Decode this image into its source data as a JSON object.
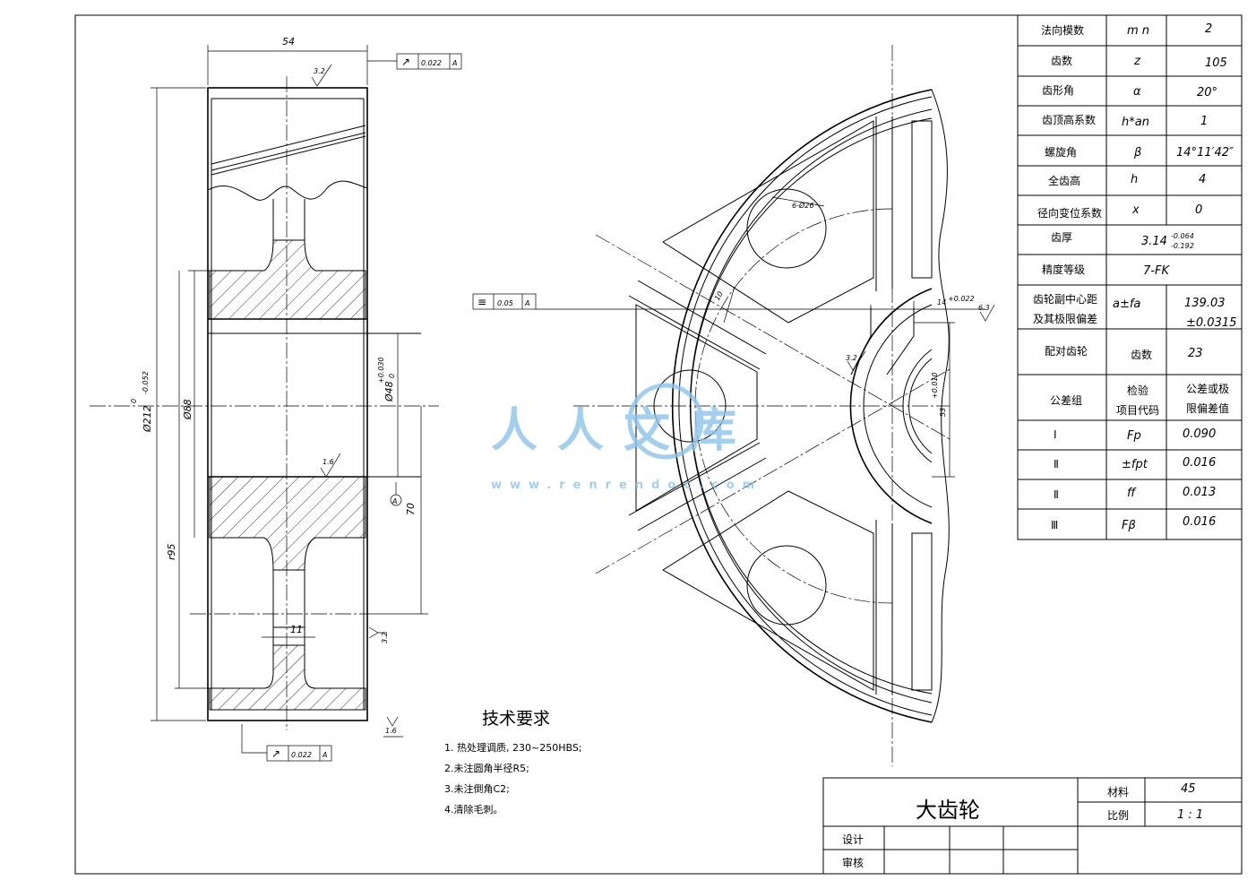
{
  "drawing": {
    "title": "大齿轮",
    "watermark": {
      "text": "人人文库",
      "url": "www.renrendoc.com",
      "color": "#8ec3ea"
    }
  },
  "params": [
    {
      "label": "法向模数",
      "symbol": "m n",
      "value": "2"
    },
    {
      "label": "齿数",
      "symbol": "z",
      "value": "105"
    },
    {
      "label": "齿形角",
      "symbol": "α",
      "value": "20°"
    },
    {
      "label": "齿顶高系数",
      "symbol": "h*an",
      "value": "1"
    },
    {
      "label": "螺旋角",
      "symbol": "β",
      "value": "14°11′42″"
    },
    {
      "label": "全齿高",
      "symbol": "h",
      "value": "4"
    },
    {
      "label": "径向变位系数",
      "symbol": "x",
      "value": "0"
    },
    {
      "label": "齿厚",
      "value": "3.14",
      "tol_upper": "-0.064",
      "tol_lower": "-0.192"
    },
    {
      "label": "精度等级",
      "value": "7-FK"
    },
    {
      "label_1": "齿轮副中心距",
      "label_2": "及其极限偏差",
      "symbol": "a±fa",
      "value_1": "139.03",
      "value_2": "±0.0315"
    },
    {
      "label": "配对齿轮",
      "symbol": "齿数",
      "value": "23"
    }
  ],
  "tolerance_table": {
    "header": {
      "group": "公差组",
      "code_1": "检验",
      "code_2": "项目代码",
      "value_1": "公差或极",
      "value_2": "限偏差值"
    },
    "rows": [
      {
        "group": "Ⅰ",
        "code": "Fp",
        "value": "0.090"
      },
      {
        "group": "Ⅱ",
        "code": "±fpt",
        "value": "0.016"
      },
      {
        "group": "Ⅱ",
        "code": "ff",
        "value": "0.013"
      },
      {
        "group": "Ⅲ",
        "code": "Fβ",
        "value": "0.016"
      }
    ]
  },
  "tech_requirements": {
    "title": "技术要求",
    "items": [
      "1. 热处理调质, 230~250HBS;",
      "2.未注圆角半径R5;",
      "3.未注倒角C2;",
      "4.清除毛刺。"
    ]
  },
  "title_block": {
    "material_label": "材料",
    "material_value": "45",
    "scale_label": "比例",
    "scale_value": "1 : 1",
    "design_label": "设计",
    "review_label": "审核"
  },
  "dims": {
    "width": "54",
    "outer_dia": "Ø212",
    "outer_tol_up": "0",
    "outer_tol_low": "-0.052",
    "hub_dia": "Ø88",
    "bore_dia": "Ø48",
    "bore_tol_up": "+0.030",
    "bore_tol_low": "0",
    "r95": "r95",
    "web_thick": "11",
    "hub_len": "70",
    "rough_32": "3.2",
    "rough_16a": "1.6",
    "rough_16b": "1.6",
    "rough_32b": "3.2",
    "rough_63": "6.3",
    "rough_32c": "3.2",
    "holes": "6-Ø26",
    "rib": "10",
    "key_width": "14",
    "key_width_tol": "+0.022",
    "key_depth": "53",
    "key_depth_tol": "+0.010",
    "datum": "A"
  },
  "gdt": {
    "runout_top": {
      "symbol": "↗",
      "value": "0.022",
      "datum": "A"
    },
    "runout_bottom": {
      "symbol": "↗",
      "value": "0.022",
      "datum": "A"
    },
    "symmetry": {
      "symbol": "≡",
      "value": "0.05",
      "datum": "A"
    }
  }
}
